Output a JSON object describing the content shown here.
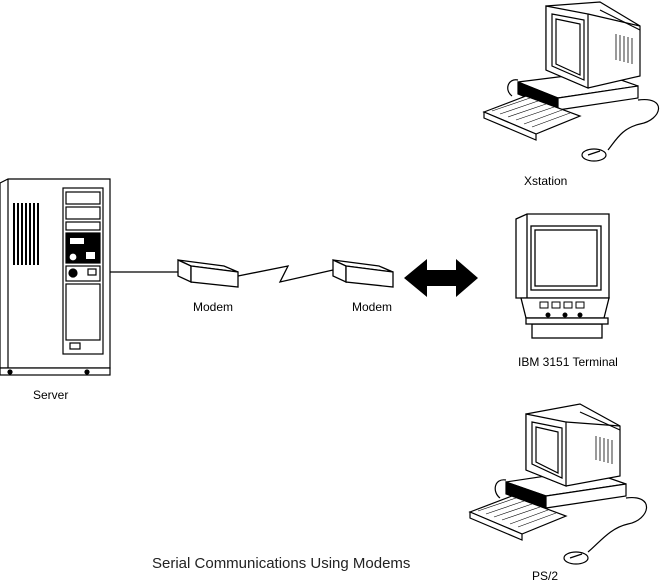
{
  "diagram": {
    "caption": "Serial Communications Using Modems",
    "nodes": {
      "server": "Server",
      "modem_left": "Modem",
      "modem_right": "Modem",
      "xstation": "Xstation",
      "terminal": "IBM 3151 Terminal",
      "ps2": "PS/2"
    }
  },
  "colors": {
    "ink": "#000000",
    "background": "#ffffff"
  }
}
